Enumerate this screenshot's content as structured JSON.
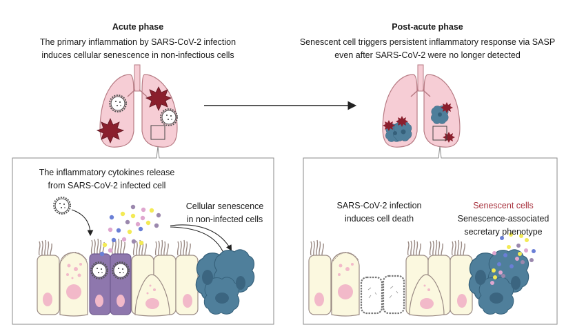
{
  "acute": {
    "title": "Acute phase",
    "description_line1": "The primary inflammation by SARS-CoV-2 infection",
    "description_line2": "induces cellular senescence in non-infectious cells",
    "panel": {
      "cytokine_label_line1": "The inflammatory cytokines release",
      "cytokine_label_line2": "from SARS-CoV-2 infected cell",
      "senescence_label_line1": "Cellular senescence",
      "senescence_label_line2": "in non-infected cells"
    }
  },
  "post_acute": {
    "title": "Post-acute phase",
    "description_line1": "Senescent cell triggers persistent inflammatory response via SASP",
    "description_line2": "even after SARS-CoV-2 were no longer detected",
    "panel": {
      "death_label_line1": "SARS-CoV-2 infection",
      "death_label_line2": "induces cell death",
      "senescent_title": "Senescent cells",
      "sasp_label_line1": "Senescence-associated",
      "sasp_label_line2": "secretary phenotype"
    }
  },
  "colors": {
    "lung": "#f6cdd5",
    "lung_stroke": "#b77b84",
    "infected_cell": "#8e77ad",
    "senescent_cell": "#4f7f9b",
    "senescent_nucleus": "#3b6580",
    "healthy_cell": "#fbf8df",
    "nucleus": "#f2b9c9",
    "damage_star": "#8a1f2d",
    "cytokine_blue": "#6a7fd6",
    "cytokine_yellow": "#f3ea55",
    "cytokine_pink": "#dfa6cf",
    "cytokine_purple": "#9b88ad",
    "red_label": "#a8323e"
  }
}
